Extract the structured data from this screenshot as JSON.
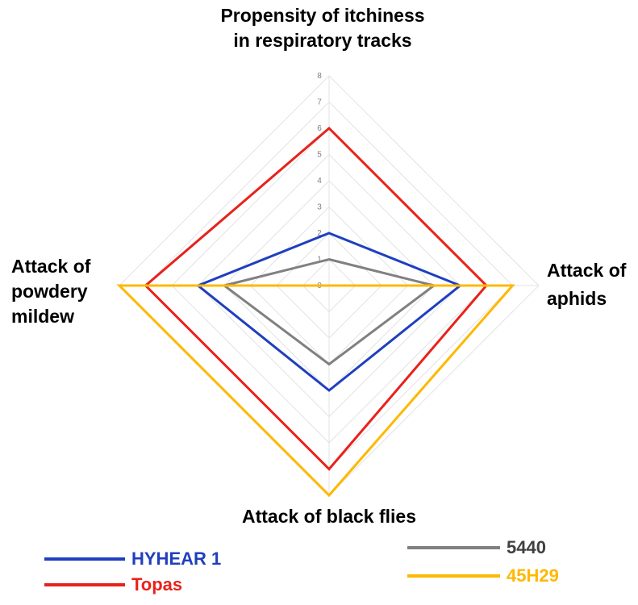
{
  "chart_data": {
    "type": "radar",
    "axes": [
      "Propensity of itchiness\nin respiratory tracks",
      "Attack of\naphids",
      "Attack of black flies",
      "Attack of\npowdery\nmildew"
    ],
    "rlim": [
      0,
      8
    ],
    "ticks": [
      "0",
      "1",
      "2",
      "3",
      "4",
      "5",
      "6",
      "7",
      "8"
    ],
    "grid": true,
    "legend_position": "bottom",
    "series": [
      {
        "name": "HYHEAR 1",
        "color": "#1f3fbf",
        "values": [
          2,
          5,
          4,
          5
        ]
      },
      {
        "name": "Topas",
        "color": "#e8221b",
        "values": [
          6,
          6,
          7,
          7
        ]
      },
      {
        "name": "5440",
        "color": "#808080",
        "values": [
          1,
          4,
          3,
          4
        ]
      },
      {
        "name": "45H29",
        "color": "#ffb800",
        "values": [
          0,
          7,
          8,
          8
        ]
      }
    ]
  }
}
